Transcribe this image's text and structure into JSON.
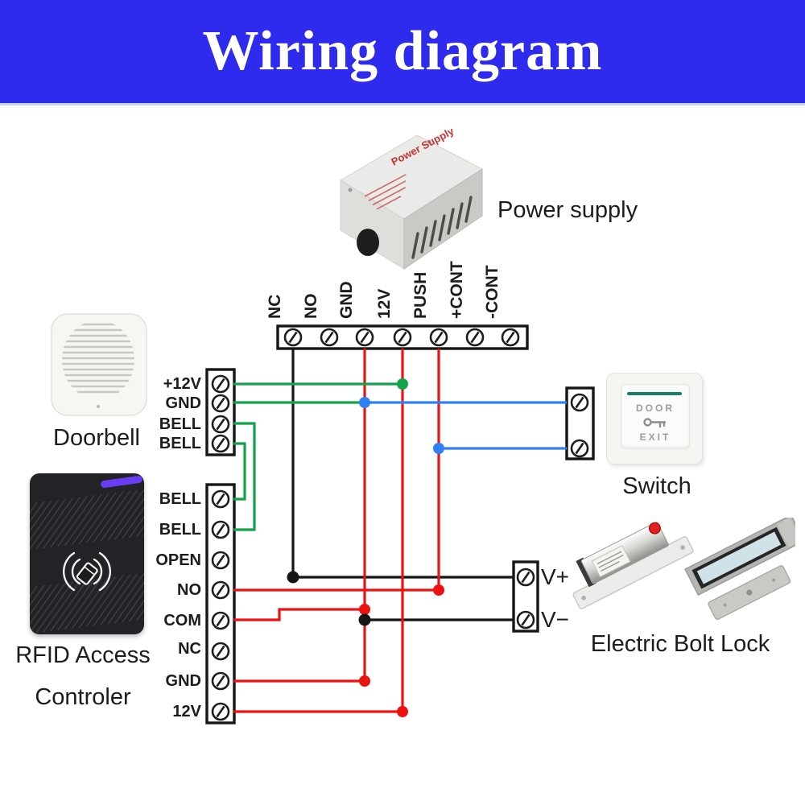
{
  "title": "Wiring diagram",
  "colors": {
    "banner_bg": "#2e2bee",
    "banner_text": "#ffffff",
    "wire_red": "#ed1212",
    "wire_green": "#12a24b",
    "wire_blue": "#2f80f5",
    "wire_black": "#151515",
    "label_text": "#1c1c1c",
    "rfid_accent_purple": "#6b3bf5",
    "switch_green_line": "#15806a",
    "power_box_text_red": "#c63333"
  },
  "power_supply": {
    "label": "Power supply",
    "box_text": "Power Supply"
  },
  "power_strip": {
    "terminals": [
      "NC",
      "NO",
      "GND",
      "12V",
      "PUSH",
      "+CONT",
      "-CONT"
    ]
  },
  "doorbell": {
    "label": "Doorbell",
    "terminals": [
      "+12V",
      "GND",
      "BELL",
      "BELL"
    ]
  },
  "rfid_reader": {
    "label_line1": "RFID Access",
    "label_line2": "Controler",
    "terminals": [
      "BELL",
      "BELL",
      "OPEN",
      "NO",
      "COM",
      "NC",
      "GND",
      "12V"
    ]
  },
  "exit_switch": {
    "label": "Switch",
    "button_top": "DOOR",
    "button_bottom": "EXIT"
  },
  "bolt_lock": {
    "label": "Electric Bolt Lock",
    "terminals": [
      "V+",
      "V−"
    ]
  }
}
